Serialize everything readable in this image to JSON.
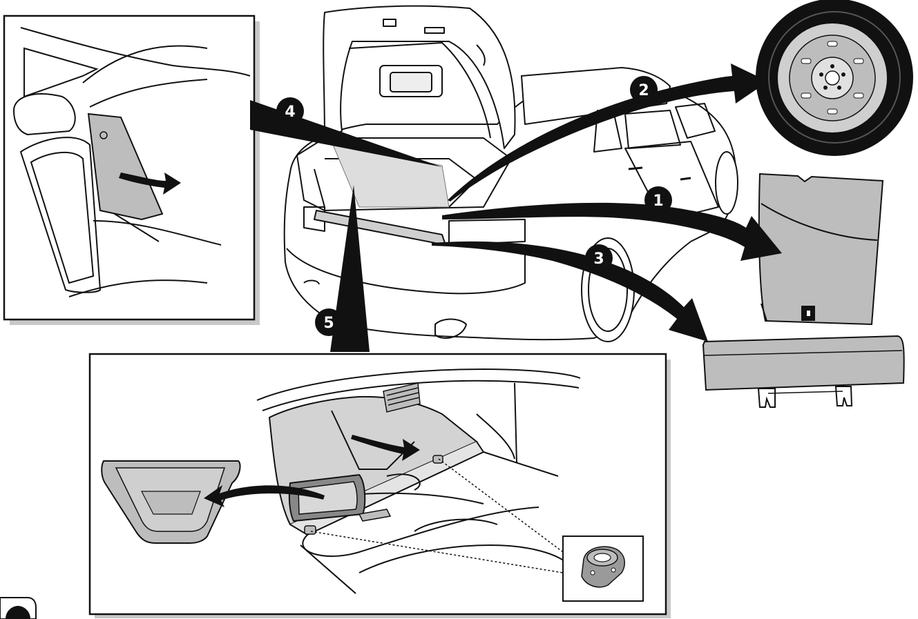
{
  "callouts": [
    {
      "label": "1",
      "part": "trunk-floor-panel"
    },
    {
      "label": "2",
      "part": "spare-wheel"
    },
    {
      "label": "3",
      "part": "load-sill-trim"
    },
    {
      "label": "4",
      "part": "rear-seat-side-panel"
    },
    {
      "label": "5",
      "part": "trunk-side-compartment-cover"
    }
  ],
  "corner_tab": {
    "label": ""
  },
  "colors": {
    "ink": "#111111",
    "panel_fill": "#bdbdbd",
    "panel_fill_dark": "#9a9a9a",
    "shadow": "#c8c8c8",
    "arrow": "#111111",
    "badge": "#111111",
    "badge_text": "#ffffff",
    "background": "#ffffff"
  }
}
